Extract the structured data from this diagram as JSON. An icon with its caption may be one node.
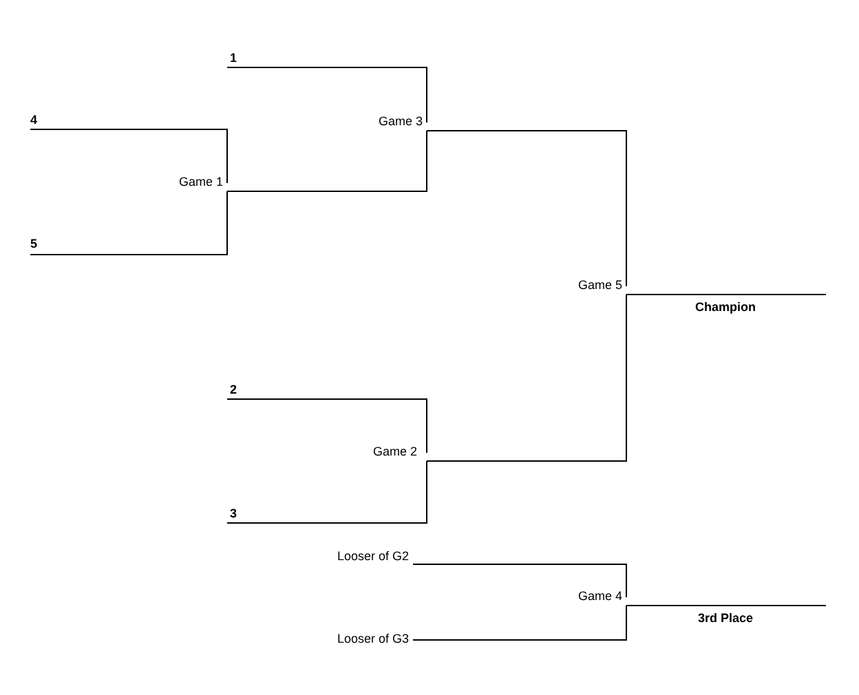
{
  "diagram": {
    "nodes": [
      {
        "text": [
          "1"
        ]
      },
      {
        "text": [
          "4"
        ]
      },
      {
        "text": [
          "Game 1"
        ]
      },
      {
        "text": [
          "5"
        ]
      },
      {
        "text": [
          "Game 3"
        ]
      },
      {
        "text": [
          "Game 5"
        ]
      },
      {
        "text": [
          "Champion"
        ]
      },
      {
        "text": [
          "2"
        ]
      },
      {
        "text": [
          "Game 2"
        ]
      },
      {
        "text": [
          "3"
        ]
      },
      {
        "text": [
          "Looser of G2"
        ]
      },
      {
        "text": [
          "Game 4"
        ]
      },
      {
        "text": [
          "3rd Place"
        ]
      },
      {
        "text": [
          "Looser of G3"
        ]
      }
    ],
    "edges": [
      {
        "from": 1,
        "to": 2,
        "arrow": "none"
      },
      {
        "from": 3,
        "to": 2,
        "arrow": "none"
      },
      {
        "from": 0,
        "to": 4,
        "arrow": "none"
      },
      {
        "from": 2,
        "to": 4,
        "arrow": "none"
      },
      {
        "from": 4,
        "to": 5,
        "arrow": "none"
      },
      {
        "from": 7,
        "to": 8,
        "arrow": "none"
      },
      {
        "from": 9,
        "to": 8,
        "arrow": "none"
      },
      {
        "from": 8,
        "to": 5,
        "arrow": "none"
      },
      {
        "from": 5,
        "to": 6,
        "arrow": "none"
      },
      {
        "from": 10,
        "to": 11,
        "arrow": "none"
      },
      {
        "from": 13,
        "to": 11,
        "arrow": "none"
      },
      {
        "from": 11,
        "to": 12,
        "arrow": "none"
      }
    ]
  }
}
